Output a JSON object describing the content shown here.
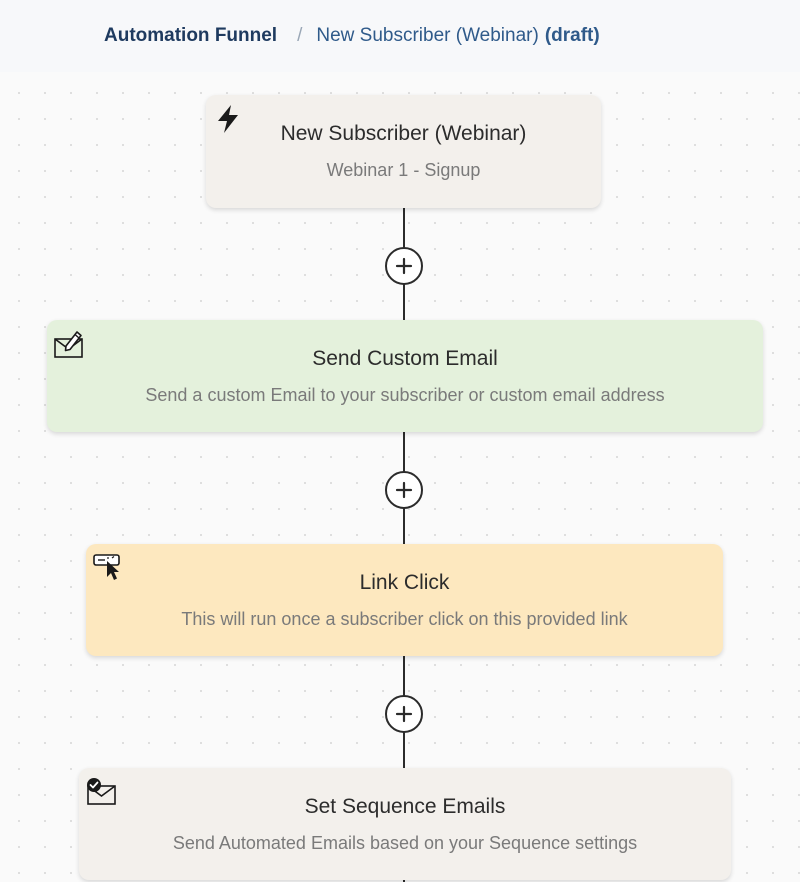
{
  "breadcrumb": {
    "root": "Automation Funnel",
    "separator": "/",
    "current": "New Subscriber (Webinar)",
    "status": "(draft)"
  },
  "nodes": [
    {
      "icon": "lightning-bolt-icon",
      "title": "New Subscriber (Webinar)",
      "subtitle": "Webinar 1 - Signup",
      "color": "#f3f0ec"
    },
    {
      "icon": "email-edit-icon",
      "title": "Send Custom Email",
      "subtitle": "Send a custom Email to your subscriber or custom email address",
      "color": "#e4f1dc"
    },
    {
      "icon": "link-click-icon",
      "title": "Link Click",
      "subtitle": "This will run once a subscriber click on this provided link",
      "color": "#fde8bf"
    },
    {
      "icon": "email-check-icon",
      "title": "Set Sequence Emails",
      "subtitle": "Send Automated Emails based on your Sequence settings",
      "color": "#f3f0ec"
    }
  ],
  "add_step_icon": "plus-circle-icon"
}
